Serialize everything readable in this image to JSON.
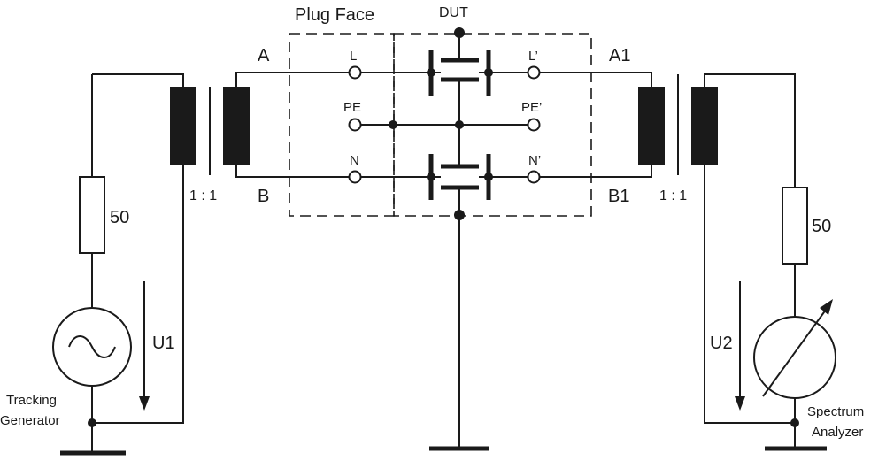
{
  "labels": {
    "plug_face": "Plug Face",
    "dut": "DUT",
    "a": "A",
    "b": "B",
    "a1": "A1",
    "b1": "B1",
    "ratio_left": "1 : 1",
    "ratio_right": "1 : 1",
    "l": "L",
    "pe": "PE",
    "n": "N",
    "l_prime": "L’",
    "pe_prime": "PE’",
    "n_prime": "N’",
    "r_left": "50",
    "r_right": "50",
    "u1": "U1",
    "u2": "U2",
    "tracking_1": "Tracking",
    "tracking_2": "Generator",
    "spectrum_1": "Spectrum",
    "spectrum_2": "Analyzer"
  }
}
